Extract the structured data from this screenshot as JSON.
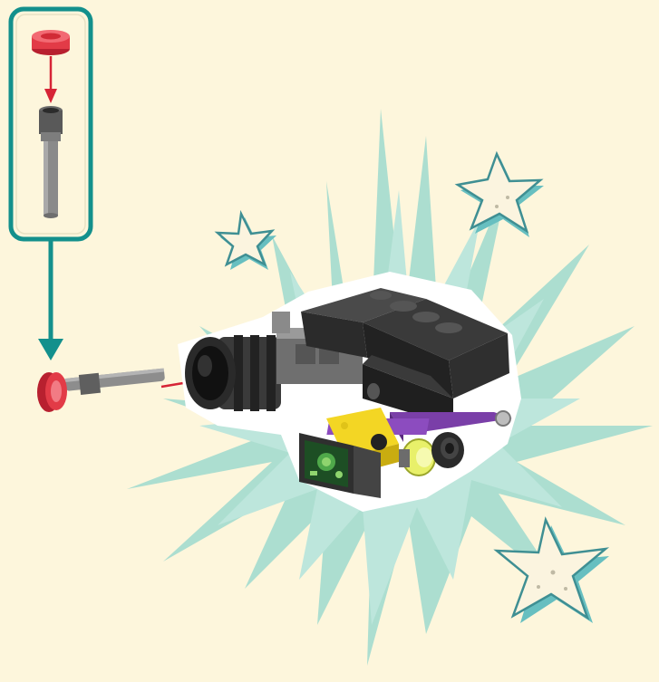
{
  "colors": {
    "background": "#fdf6dc",
    "burst": "#a8dccf",
    "teal": "#13908c",
    "part_red": "#e23b47",
    "brick_dark": "#2b2b2b",
    "purple": "#7a3fa8",
    "yellow": "#f3d624",
    "lime": "#e8f06a",
    "star_fill": "#fbf4df",
    "star_edge": "#67bfc0"
  },
  "icons": {
    "step_panel": "parts-callout-panel",
    "stud": "red-round-tile",
    "pin": "grey-axle-pin",
    "model": "camera-lens-build",
    "stars": "doodle-star"
  }
}
